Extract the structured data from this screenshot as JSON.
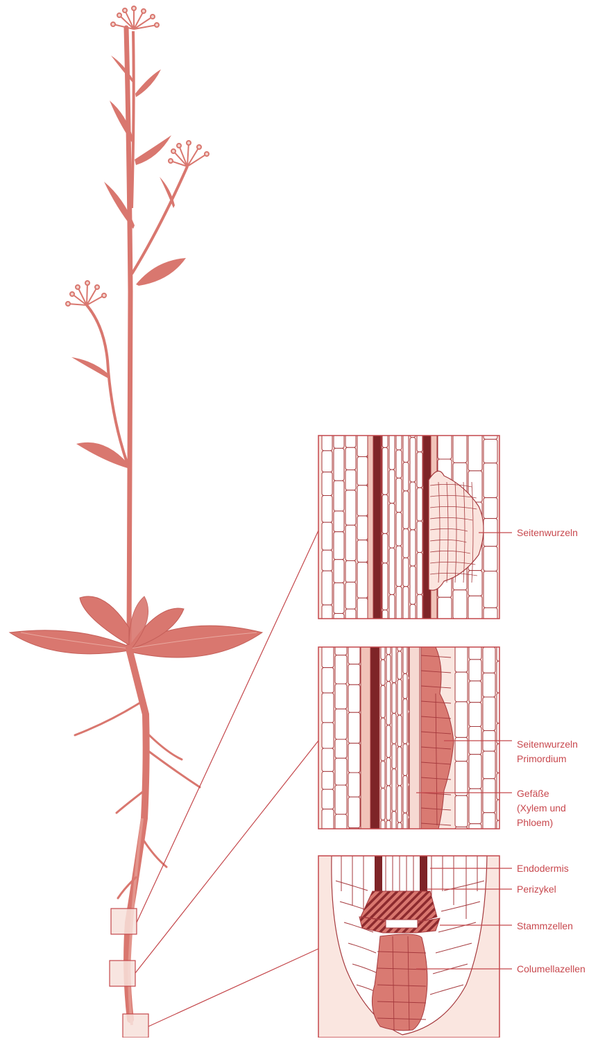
{
  "colors": {
    "plant": "#d9776f",
    "plant_dark": "#c45e58",
    "panel_bg": "#fae6e0",
    "frame": "#c4474b",
    "cell_stroke": "#a5393d",
    "vessel_dark": "#7e2427",
    "tissue_mid": "#d97a72",
    "tissue_light": "#f1c3b9",
    "label_text": "#c8484e"
  },
  "panels": [
    {
      "id": "lateral-root",
      "labels": [
        "Seitenwurzeln"
      ]
    },
    {
      "id": "primordium",
      "labels": [
        "Seitenwurzeln\nPrimordium",
        "Gefäße\n(Xylem und\nPhloem)"
      ]
    },
    {
      "id": "root-tip",
      "labels": [
        "Endodermis",
        "Perizykel",
        "Stammzellen",
        "Columellazellen"
      ]
    }
  ]
}
